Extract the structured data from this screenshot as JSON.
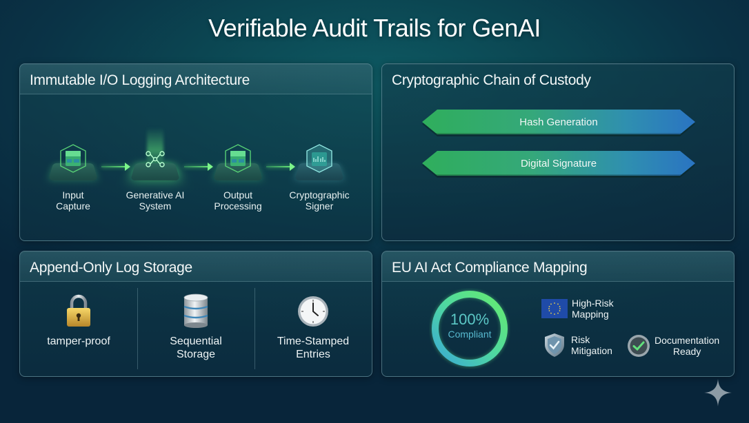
{
  "title": "Verifiable Audit Trails for GenAI",
  "colors": {
    "accent_green": "#6cf07a",
    "accent_blue": "#2a74c2",
    "ring_teal": "#5cc8c6",
    "background": "#0a3346"
  },
  "panels": {
    "logging": {
      "title": "Immutable I/O Logging Architecture",
      "nodes": [
        {
          "label_line1": "Input",
          "label_line2": "Capture",
          "icon": "input-cube-icon"
        },
        {
          "label_line1": "Generative AI",
          "label_line2": "System",
          "icon": "neural-network-icon"
        },
        {
          "label_line1": "Output",
          "label_line2": "Processing",
          "icon": "output-cube-icon"
        },
        {
          "label_line1": "Cryptographic",
          "label_line2": "Signer",
          "icon": "signer-hexagon-icon"
        }
      ]
    },
    "custody": {
      "title": "Cryptographic Chain of Custody",
      "steps": [
        "Hash Generation",
        "Digital Signature"
      ]
    },
    "storage": {
      "title": "Append-Only Log Storage",
      "items": [
        {
          "label_line1": "tamper-proof",
          "label_line2": "",
          "icon": "padlock-icon"
        },
        {
          "label_line1": "Sequential",
          "label_line2": "Storage",
          "icon": "database-icon"
        },
        {
          "label_line1": "Time-Stamped",
          "label_line2": "Entries",
          "icon": "clock-icon"
        }
      ]
    },
    "compliance": {
      "title": "EU AI Act Compliance Mapping",
      "gauge": {
        "value": "100%",
        "caption": "Compliant",
        "percent": 100
      },
      "items": [
        {
          "label_line1": "High-Risk",
          "label_line2": "Mapping",
          "icon": "eu-flag-icon"
        },
        {
          "label_line1": "Risk",
          "label_line2": "Mitigation",
          "icon": "shield-check-icon"
        },
        {
          "label_line1": "Documentation",
          "label_line2": "Ready",
          "icon": "check-circle-icon"
        }
      ]
    }
  },
  "watermark": {
    "icon": "sparkle-icon"
  }
}
